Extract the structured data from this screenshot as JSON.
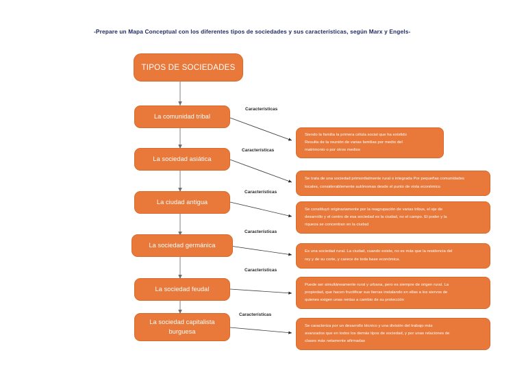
{
  "page": {
    "title_line": "-Prepare un Mapa Conceptual con los diferentes tipos de sociedades y sus características, según Marx y Engels-",
    "accent_color": "#E8793A",
    "title_color": "#1f2a63",
    "connector_color": "#808080"
  },
  "root": {
    "label": "TIPOS DE SOCIEDADES"
  },
  "stages": [
    {
      "label": "La comunidad tribal",
      "edge_label": "Características"
    },
    {
      "label": "La sociedad asiática",
      "edge_label": "Características"
    },
    {
      "label": "La ciudad antigua",
      "edge_label": "Características"
    },
    {
      "label": "La sociedad germánica",
      "edge_label": "Características"
    },
    {
      "label": "La sociedad feudal",
      "edge_label": "Características"
    },
    {
      "label": "La sociedad capitalista burguesa",
      "edge_label": "Características"
    }
  ],
  "descriptions": [
    {
      "lines": [
        "Siendo la familia la primera célula social que ha existido",
        "Resulta de la reunión de varias familias por medio del",
        "matrimonio o por otros medios"
      ]
    },
    {
      "lines": [
        "Se trata de una sociedad primordialmente rural o integrada Por pequeñas comunidades",
        "locales, considerablemente autónomas desde el punto de vista económico"
      ]
    },
    {
      "lines": [
        "Se constituyó originariamente por la reagrupación de varias tribus, el eje de",
        "desarrollo y el centro de esa sociedad es la ciudad, no el campo. El poder y la",
        "riqueza se concentran en la ciudad"
      ]
    },
    {
      "lines": [
        "Es una sociedad rural. La ciudad, cuando existe, no es más que la residencia del",
        "rey y de su corte, y carece de toda base económica."
      ]
    },
    {
      "lines": [
        "Puede ser simultáneamente rural y urbana, pero es siempre de origen rural. La",
        "propiedad, que hacen fructificar sus tierras instalando en ellas a los siervos de",
        "quienes exigen unas rentas a cambio de su protección"
      ]
    },
    {
      "lines": [
        "Se caracteriza por un desarrollo técnico y una división del trabajo más",
        "avanzados que en todos los demás tipos de sociedad, y por unas relaciones de",
        "clases más netamente afirmadas"
      ]
    }
  ]
}
